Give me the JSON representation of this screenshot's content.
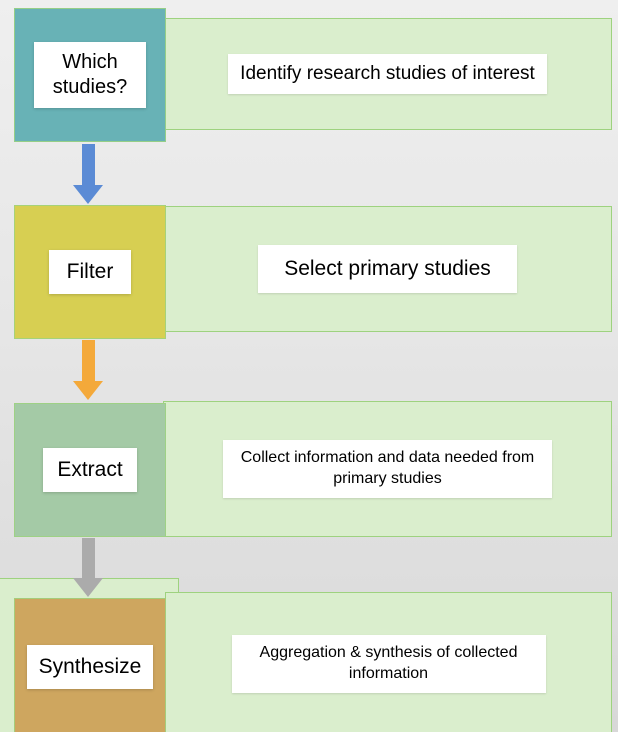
{
  "diagram": {
    "banner_fill": "#daeecd",
    "banner_border": "#9ed27f",
    "stages": [
      {
        "label": "Which studies?",
        "description": "Identify research studies of interest",
        "box_color": "#68b2b6"
      },
      {
        "label": "Filter",
        "description": "Select primary studies",
        "box_color": "#d7cf52"
      },
      {
        "label": "Extract",
        "description": "Collect information and data needed from primary studies",
        "box_color": "#a4caa6"
      },
      {
        "label": "Synthesize",
        "description": "Aggregation & synthesis of collected information",
        "box_color": "#cea65f"
      }
    ],
    "arrows": [
      {
        "name": "which-studies-to-filter",
        "color": "#5b8bd5"
      },
      {
        "name": "filter-to-extract",
        "color": "#f4a93a"
      },
      {
        "name": "extract-to-synthesize",
        "color": "#ababab"
      }
    ]
  }
}
